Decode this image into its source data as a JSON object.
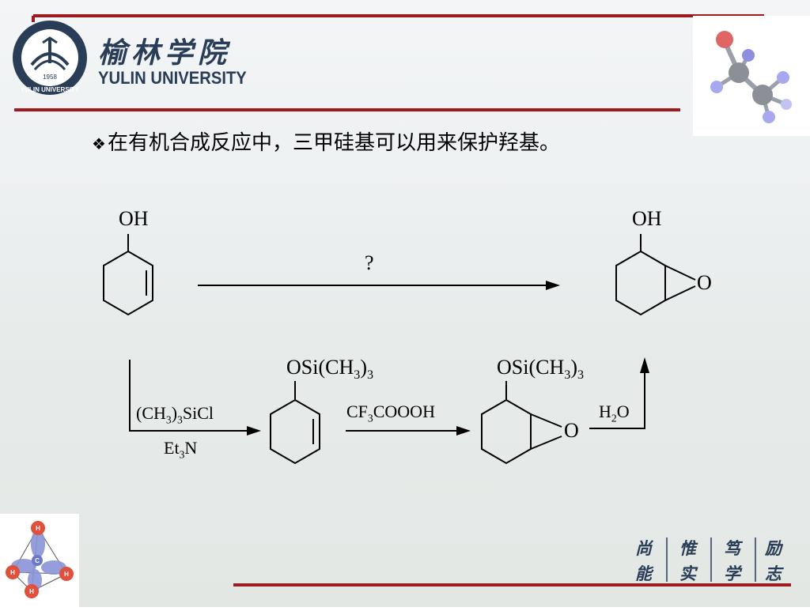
{
  "header": {
    "university_cn": "榆林学院",
    "university_en": "YULIN UNIVERSITY",
    "logo_en": "YULIN UNIVERSITY",
    "logo_year": "1958"
  },
  "statement": {
    "bullet": "❖",
    "text": "在有机合成反应中，三甲硅基可以用来保护羟基。"
  },
  "scheme": {
    "reactant_oh": "OH",
    "question": "?",
    "product_oh": "OH",
    "epoxide_o": "O",
    "reagent1": "(CH3)3SiCl",
    "reagent1_base": "Et3N",
    "protected_group": "OSi(CH3)3",
    "reagent2": "CF3COOOH",
    "protected_group_2": "OSi(CH3)3",
    "epoxide_o_2": "O",
    "reagent3": "H2O"
  },
  "motto": [
    "尚",
    "惟",
    "笃",
    "励",
    "能",
    "实",
    "学",
    "志"
  ],
  "molecule_labels": [
    "H",
    "H",
    "H",
    "H",
    "C"
  ],
  "colors": {
    "accent_red": "#9b1b1e",
    "navy": "#2a3d57",
    "background": "#eef1f2"
  }
}
